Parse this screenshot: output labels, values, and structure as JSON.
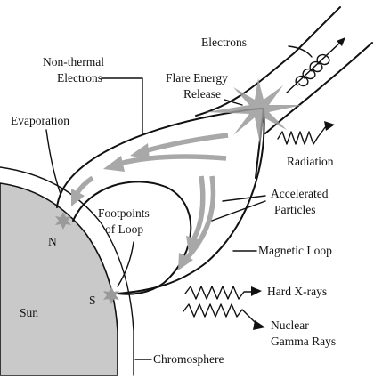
{
  "labels": {
    "electrons": "Electrons",
    "nonthermal_line1": "Non-thermal",
    "nonthermal_line2": "Electrons",
    "flare_line1": "Flare Energy",
    "flare_line2": "Release",
    "evaporation": "Evaporation",
    "radiation": "Radiation",
    "accelerated_line1": "Accelerated",
    "accelerated_line2": "Particles",
    "footpoints_line1": "Footpoints",
    "footpoints_line2": "of Loop",
    "n": "N",
    "magnetic_loop": "Magnetic Loop",
    "s": "S",
    "hard_xrays": "Hard X-rays",
    "sun": "Sun",
    "nuclear_line1": "Nuclear",
    "nuclear_line2": "Gamma Rays",
    "chromosphere": "Chromosphere"
  },
  "colors": {
    "sun_fill": "#c9c9c9",
    "arrow_gray": "#a8a8a8",
    "burst_gray": "#9a9a9a",
    "line": "#111111"
  }
}
